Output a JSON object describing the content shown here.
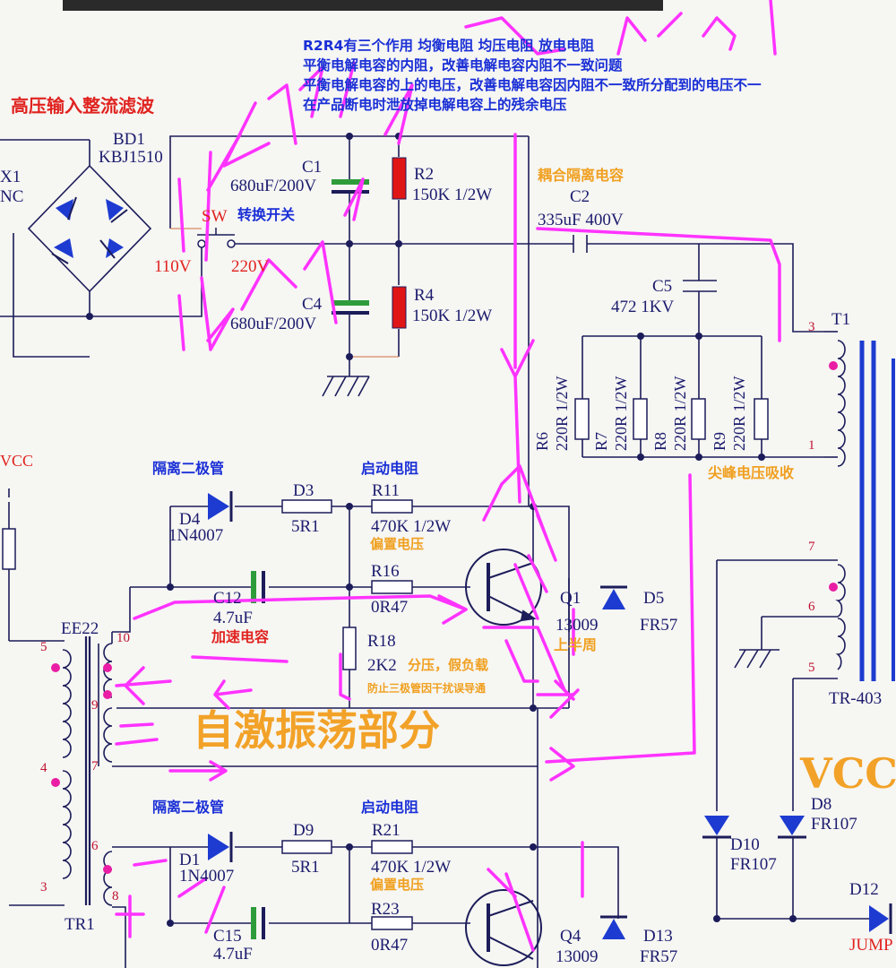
{
  "notes": {
    "line1": "R2R4有三个作用 均衡电阻 均压电阻 放电电阻",
    "line2": "平衡电解电容的内阻，改善电解电容内阻不一致问题",
    "line3": "平衡电解电容的上的电压，改善电解电容因内阻不一致所分配到的电压不一",
    "line4": "在产品断电时泄放掉电解电容上的残余电压"
  },
  "titles": {
    "hv_input": "高压输入整流滤波",
    "oscillation": "自激振荡部分",
    "vcc": "VCC"
  },
  "components": {
    "bd1": {
      "ref": "BD1",
      "value": "KBJ1510"
    },
    "x1": {
      "ref": "X1",
      "value": "NC"
    },
    "c1": {
      "ref": "C1",
      "value": "680uF/200V"
    },
    "c4": {
      "ref": "C4",
      "value": "680uF/200V"
    },
    "r2": {
      "ref": "R2",
      "value": "150K 1/2W"
    },
    "r4": {
      "ref": "R4",
      "value": "150K 1/2W"
    },
    "sw": {
      "ref": "SW",
      "label": "转换开关",
      "opt1": "110V",
      "opt2": "220V"
    },
    "c2": {
      "ref": "C2",
      "value": "335uF 400V",
      "label": "耦合隔离电容"
    },
    "c5": {
      "ref": "C5",
      "value": "472 1KV"
    },
    "r6": {
      "ref": "R6",
      "value": "220R 1/2W"
    },
    "r7": {
      "ref": "R7",
      "value": "220R 1/2W"
    },
    "r8": {
      "ref": "R8",
      "value": "220R 1/2W"
    },
    "r9": {
      "ref": "R9",
      "value": "220R 1/2W"
    },
    "snubber_label": "尖峰电压吸收",
    "t1": {
      "ref": "T1",
      "pin_top": "3",
      "pin_bottom": "1"
    },
    "tr403": {
      "ref": "TR-403",
      "pin7": "7",
      "pin6": "6",
      "pin5": "5"
    },
    "vcc_small": "VCC",
    "d4": {
      "ref": "D4",
      "value": "1N4007",
      "label": "隔离二极管"
    },
    "d3": {
      "ref": "D3",
      "value": "5R1"
    },
    "r11": {
      "ref": "R11",
      "value": "470K 1/2W",
      "label": "启动电阻",
      "sub": "偏置电压"
    },
    "c12": {
      "ref": "C12",
      "value": "4.7uF",
      "label": "加速电容"
    },
    "r16": {
      "ref": "R16",
      "value": "0R47"
    },
    "r18": {
      "ref": "R18",
      "value": "2K2",
      "label": "分压，假负载",
      "sub": "防止三极管因干扰误导通"
    },
    "q1": {
      "ref": "Q1",
      "value": "13009",
      "label": "上半周"
    },
    "d5": {
      "ref": "D5",
      "value": "FR57"
    },
    "ee22": {
      "ref": "EE22",
      "p10": "10",
      "p9": "9",
      "p7": "7",
      "p5": "5",
      "p4": "4",
      "p3": "3",
      "p6": "6",
      "p8": "8"
    },
    "tr1": {
      "ref": "TR1"
    },
    "d1": {
      "ref": "D1",
      "value": "1N4007",
      "label": "隔离二极管"
    },
    "d9": {
      "ref": "D9",
      "value": "5R1"
    },
    "r21": {
      "ref": "R21",
      "value": "470K 1/2W",
      "label": "启动电阻",
      "sub": "偏置电压"
    },
    "c15": {
      "ref": "C15",
      "value": "4.7uF"
    },
    "r23": {
      "ref": "R23",
      "value": "0R47"
    },
    "q4": {
      "ref": "Q4",
      "value": "13009"
    },
    "d13": {
      "ref": "D13",
      "value": "FR57"
    },
    "d10": {
      "ref": "D10",
      "value": "FR107"
    },
    "d8": {
      "ref": "D8",
      "value": "FR107"
    },
    "d12": {
      "ref": "D12",
      "value": "JUMP"
    }
  },
  "colors": {
    "wire": "#1c1c5a",
    "wire_orange": "#d88a60",
    "resistor_fill": "#e01515",
    "cap_plate": "#2e9c3a",
    "diode_fill": "#1d3bd0",
    "annotation": "#ff33ff",
    "title_orange": "#f2a228",
    "note_blue": "#1a2fd6",
    "note_red": "#e0231f"
  }
}
